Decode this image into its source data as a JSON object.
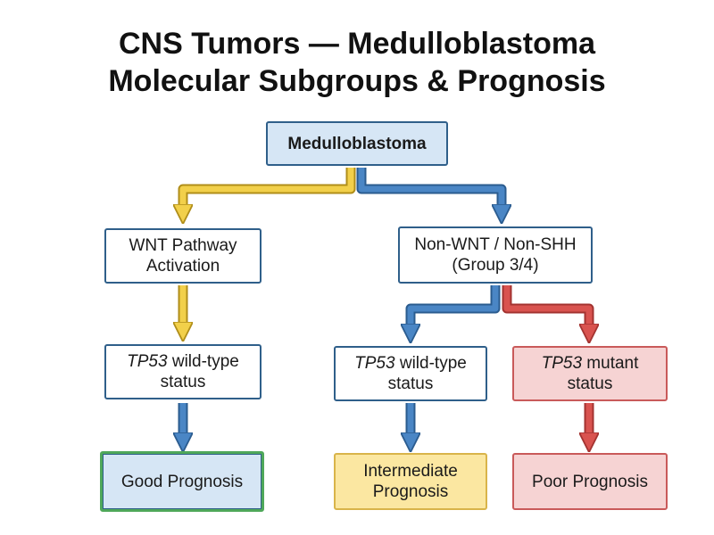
{
  "title": {
    "line1": "CNS Tumors — Medulloblastoma",
    "line2": "Molecular Subgroups & Prognosis"
  },
  "nodes": {
    "root": "Medulloblastoma",
    "wnt": {
      "line1": "WNT Pathway",
      "line2": "Activation"
    },
    "nonwnt": {
      "line1": "Non-WNT / Non-SHH",
      "line2": "(Group 3/4)"
    },
    "tp53_wt_left": {
      "gene": "TP53",
      "rest": " wild-type",
      "line2": "status"
    },
    "tp53_wt_mid": {
      "gene": "TP53",
      "rest": " wild-type",
      "line2": "status"
    },
    "tp53_mut": {
      "gene": "TP53",
      "rest": " mutant",
      "line2": "status"
    },
    "good": "Good Prognosis",
    "intermediate": {
      "line1": "Intermediate",
      "line2": "Prognosis"
    },
    "poor": "Poor Prognosis"
  },
  "colors": {
    "yellow_arrow": "#f2d04a",
    "blue_arrow": "#4a86c5",
    "red_arrow": "#d9534f",
    "box_border": "#2f5f8a",
    "good_border": "#4fa85a"
  }
}
